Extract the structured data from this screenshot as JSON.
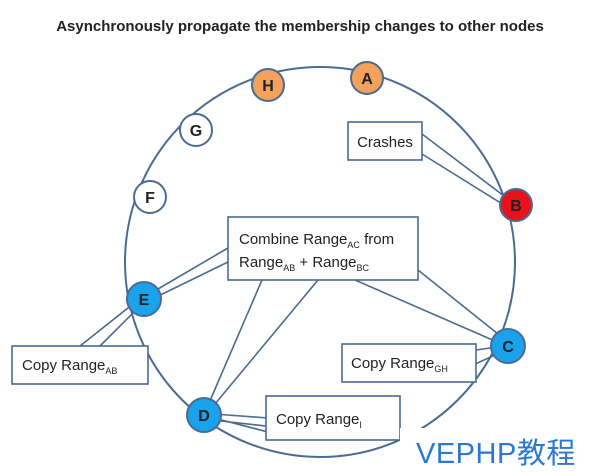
{
  "title": "Asynchronously propagate the membership changes to other nodes",
  "nodes": {
    "A": "A",
    "B": "B",
    "C": "C",
    "D": "D",
    "E": "E",
    "F": "F",
    "G": "G",
    "H": "H"
  },
  "node_colors": {
    "A": "#f4a15c",
    "B": "#e8121a",
    "C": "#1aa3ea",
    "D": "#1aa3ea",
    "E": "#1aa3ea",
    "F": "#ffffff",
    "G": "#ffffff",
    "H": "#f4a15c"
  },
  "boxes": {
    "crashes": {
      "text": "Crashes"
    },
    "combine": {
      "line1_main": "Combine Range",
      "line1_sub": "AC",
      "line1_tail": " from",
      "line2_a": "Range",
      "line2_a_sub": "AB",
      "line2_plus": " + Range",
      "line2_b_sub": "BC"
    },
    "copy_ab": {
      "main": "Copy Range",
      "sub": "AB"
    },
    "copy_gh": {
      "main": "Copy Range",
      "sub": "GH"
    },
    "copy_d": {
      "main": "Copy Range",
      "sub": "I"
    }
  },
  "watermark": "VEPHP教程"
}
